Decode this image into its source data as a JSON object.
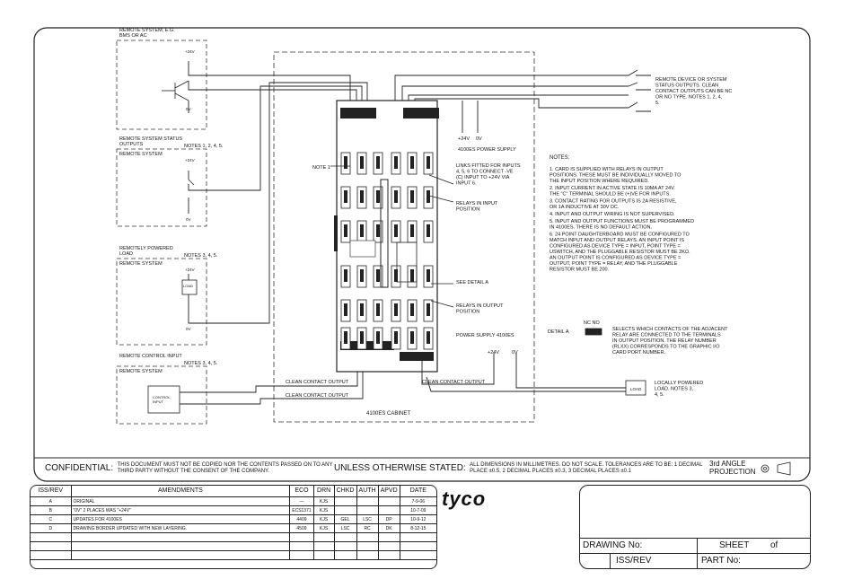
{
  "remote_sections": [
    {
      "title": "REMOTE SYSTEM, E.G. BMS OR AC",
      "inner": "",
      "notes": "",
      "v24": "+24V",
      "v0": "0V"
    },
    {
      "title": "REMOTE SYSTEM STATUS OUTPUTS",
      "inner": "REMOTE SYSTEM",
      "notes": "NOTES 1, 2, 4, 5.",
      "v24": "+24V",
      "v0": "0V"
    },
    {
      "title": "REMOTELY POWERED LOAD",
      "inner": "REMOTE SYSTEM",
      "notes": "NOTES 3, 4, 5.",
      "v24": "+24V",
      "v0": "0V",
      "box": "LOAD"
    },
    {
      "title": "REMOTE CONTROL INPUT",
      "inner": "REMOTE SYSTEM",
      "notes": "NOTES 3, 4, 5.",
      "box": "CONTROL INPUT"
    }
  ],
  "labels": {
    "note1": "NOTE 1",
    "ps_top_v24": "+24V",
    "ps_top_v0": "0V",
    "ps_top": "4100ES POWER SUPPLY",
    "links": "LINKS FITTED FOR INPUTS 4, 5, 6 TO CONNECT -VE (C) INPUT TO +24V VIA INPUT 6.",
    "relays_in": "RELAYS IN INPUT POSITION",
    "see_detail": "SEE DETAIL A",
    "relays_out": "RELAYS IN OUTPUT POSITION",
    "ps_bot": "POWER SUPPLY 4100ES",
    "ps_bot_v24": "+24V",
    "ps_bot_v0": "0V",
    "clean1": "CLEAN CONTACT OUTPUT",
    "clean2": "CLEAN CONTACT OUTPUT",
    "clean3": "CLEAN CONTACT OUTPUT",
    "cabinet": "4100ES CABINET",
    "load": "LOAD",
    "local_load": "LOCALLY POWERED LOAD. NOTES 3, 4, 5.",
    "remote_device": "REMOTE DEVICE OR SYSTEM STATUS OUTPUTS. CLEAN CONTACT OUTPUTS CAN BE NC OR NO TYPE. NOTES 1, 2, 4, 5.",
    "detail_a": "DETAIL A",
    "nc_no": "NC NO",
    "detail_text": "SELECTS WHICH CONTACTS OF THE ADJACENT RELAY ARE CONNECTED TO THE TERMINALS IN OUTPUT POSITION. THE RELAY NUMBER (RLXX) CORRESPONDS TO THE GRAPHIC I/O CARD PORT NUMBER."
  },
  "notes": {
    "heading": "NOTES:",
    "items": [
      "1. CARD IS SUPPLIED WITH RELAYS IN OUTPUT POSITIONS. THESE MUST BE INDIVIDUALLY MOVED TO THE INPUT POSITION WHERE REQUIRED.",
      "2. INPUT CURRENT IN ACTIVE STATE IS 10MA AT 24V. THE \"C\" TERMINAL SHOULD BE (+)VE FOR INPUTS.",
      "3. CONTACT RATING FOR OUTPUTS IS 2A RESISTIVE, OR 1A INDUCTIVE AT 30V DC.",
      "4. INPUT AND OUTPUT WIRING IS NOT SUPERVISED.",
      "5. INPUT AND OUTPUT FUNCTIONS MUST BE PROGRAMMED IN 4100ES. THERE IS NO DEFAULT ACTION.",
      "6. 24 POINT DAUGHTERBOARD MUST BE CONFIGURED TO MATCH INPUT AND OUTPUT RELAYS. AN INPUT POINT IS CONFIGURED AS DEVICE TYPE = INPUT, POINT TYPE = USWITCH, AND THE PLUGGABLE RESISTOR MUST BE 2KΩ. AN OUTPUT POINT IS CONFIGURED AS DEVICE TYPE = OUTPUT, POINT TYPE = RELAY, AND THE PLUGGABLE RESISTOR MUST BE 200."
    ]
  },
  "footer": {
    "confidential_label": "CONFIDENTIAL:",
    "confidential_text": "THIS DOCUMENT MUST NOT BE COPIED NOR THE CONTENTS PASSED ON TO ANY THIRD PARTY WITHOUT THE CONSENT OF THE COMPANY.",
    "unless_label": "UNLESS OTHERWISE STATED:",
    "unless_text": "ALL DIMENSIONS IN MILLIMETRES. DO NOT SCALE. TOLERANCES ARE TO BE: 1 DECIMAL PLACE ±0.5, 2 DECIMAL PLACES ±0.3, 3 DECIMAL PLACES ±0.1",
    "projection": "3rd ANGLE PROJECTION"
  },
  "amendments": {
    "headers": [
      "ISS/REV",
      "AMENDMENTS",
      "ECO",
      "DRN",
      "CHKD",
      "AUTH",
      "APVD",
      "DATE"
    ],
    "rows": [
      [
        "A",
        "ORIGINAL",
        "—",
        "KJS",
        "",
        "",
        "",
        "7-9-06"
      ],
      [
        "B",
        "\"0V\" 2 PLACES WAS \"+24V\"",
        "ECS1371",
        "KJS",
        "",
        "",
        "",
        "10-7-09"
      ],
      [
        "C",
        "UPDATES FOR 4100ES",
        "4409",
        "KJS",
        "GEL",
        "LSC",
        "DP",
        "10-9-12"
      ],
      [
        "D",
        "DRAWING BORDER UPDATED WITH NEW LAYERING.",
        "4509",
        "KJS",
        "LSC",
        "RC",
        "DK",
        "8-12-15"
      ],
      [
        "",
        "",
        "",
        "",
        "",
        "",
        "",
        ""
      ],
      [
        "",
        "",
        "",
        "",
        "",
        "",
        "",
        ""
      ],
      [
        "",
        "",
        "",
        "",
        "",
        "",
        "",
        ""
      ]
    ]
  },
  "brand": "tyco",
  "title_block": {
    "drawing_no": "DRAWING No:",
    "sheet": "SHEET",
    "of": "of",
    "iss_rev": "ISS/REV",
    "part_no": "PART No:"
  }
}
